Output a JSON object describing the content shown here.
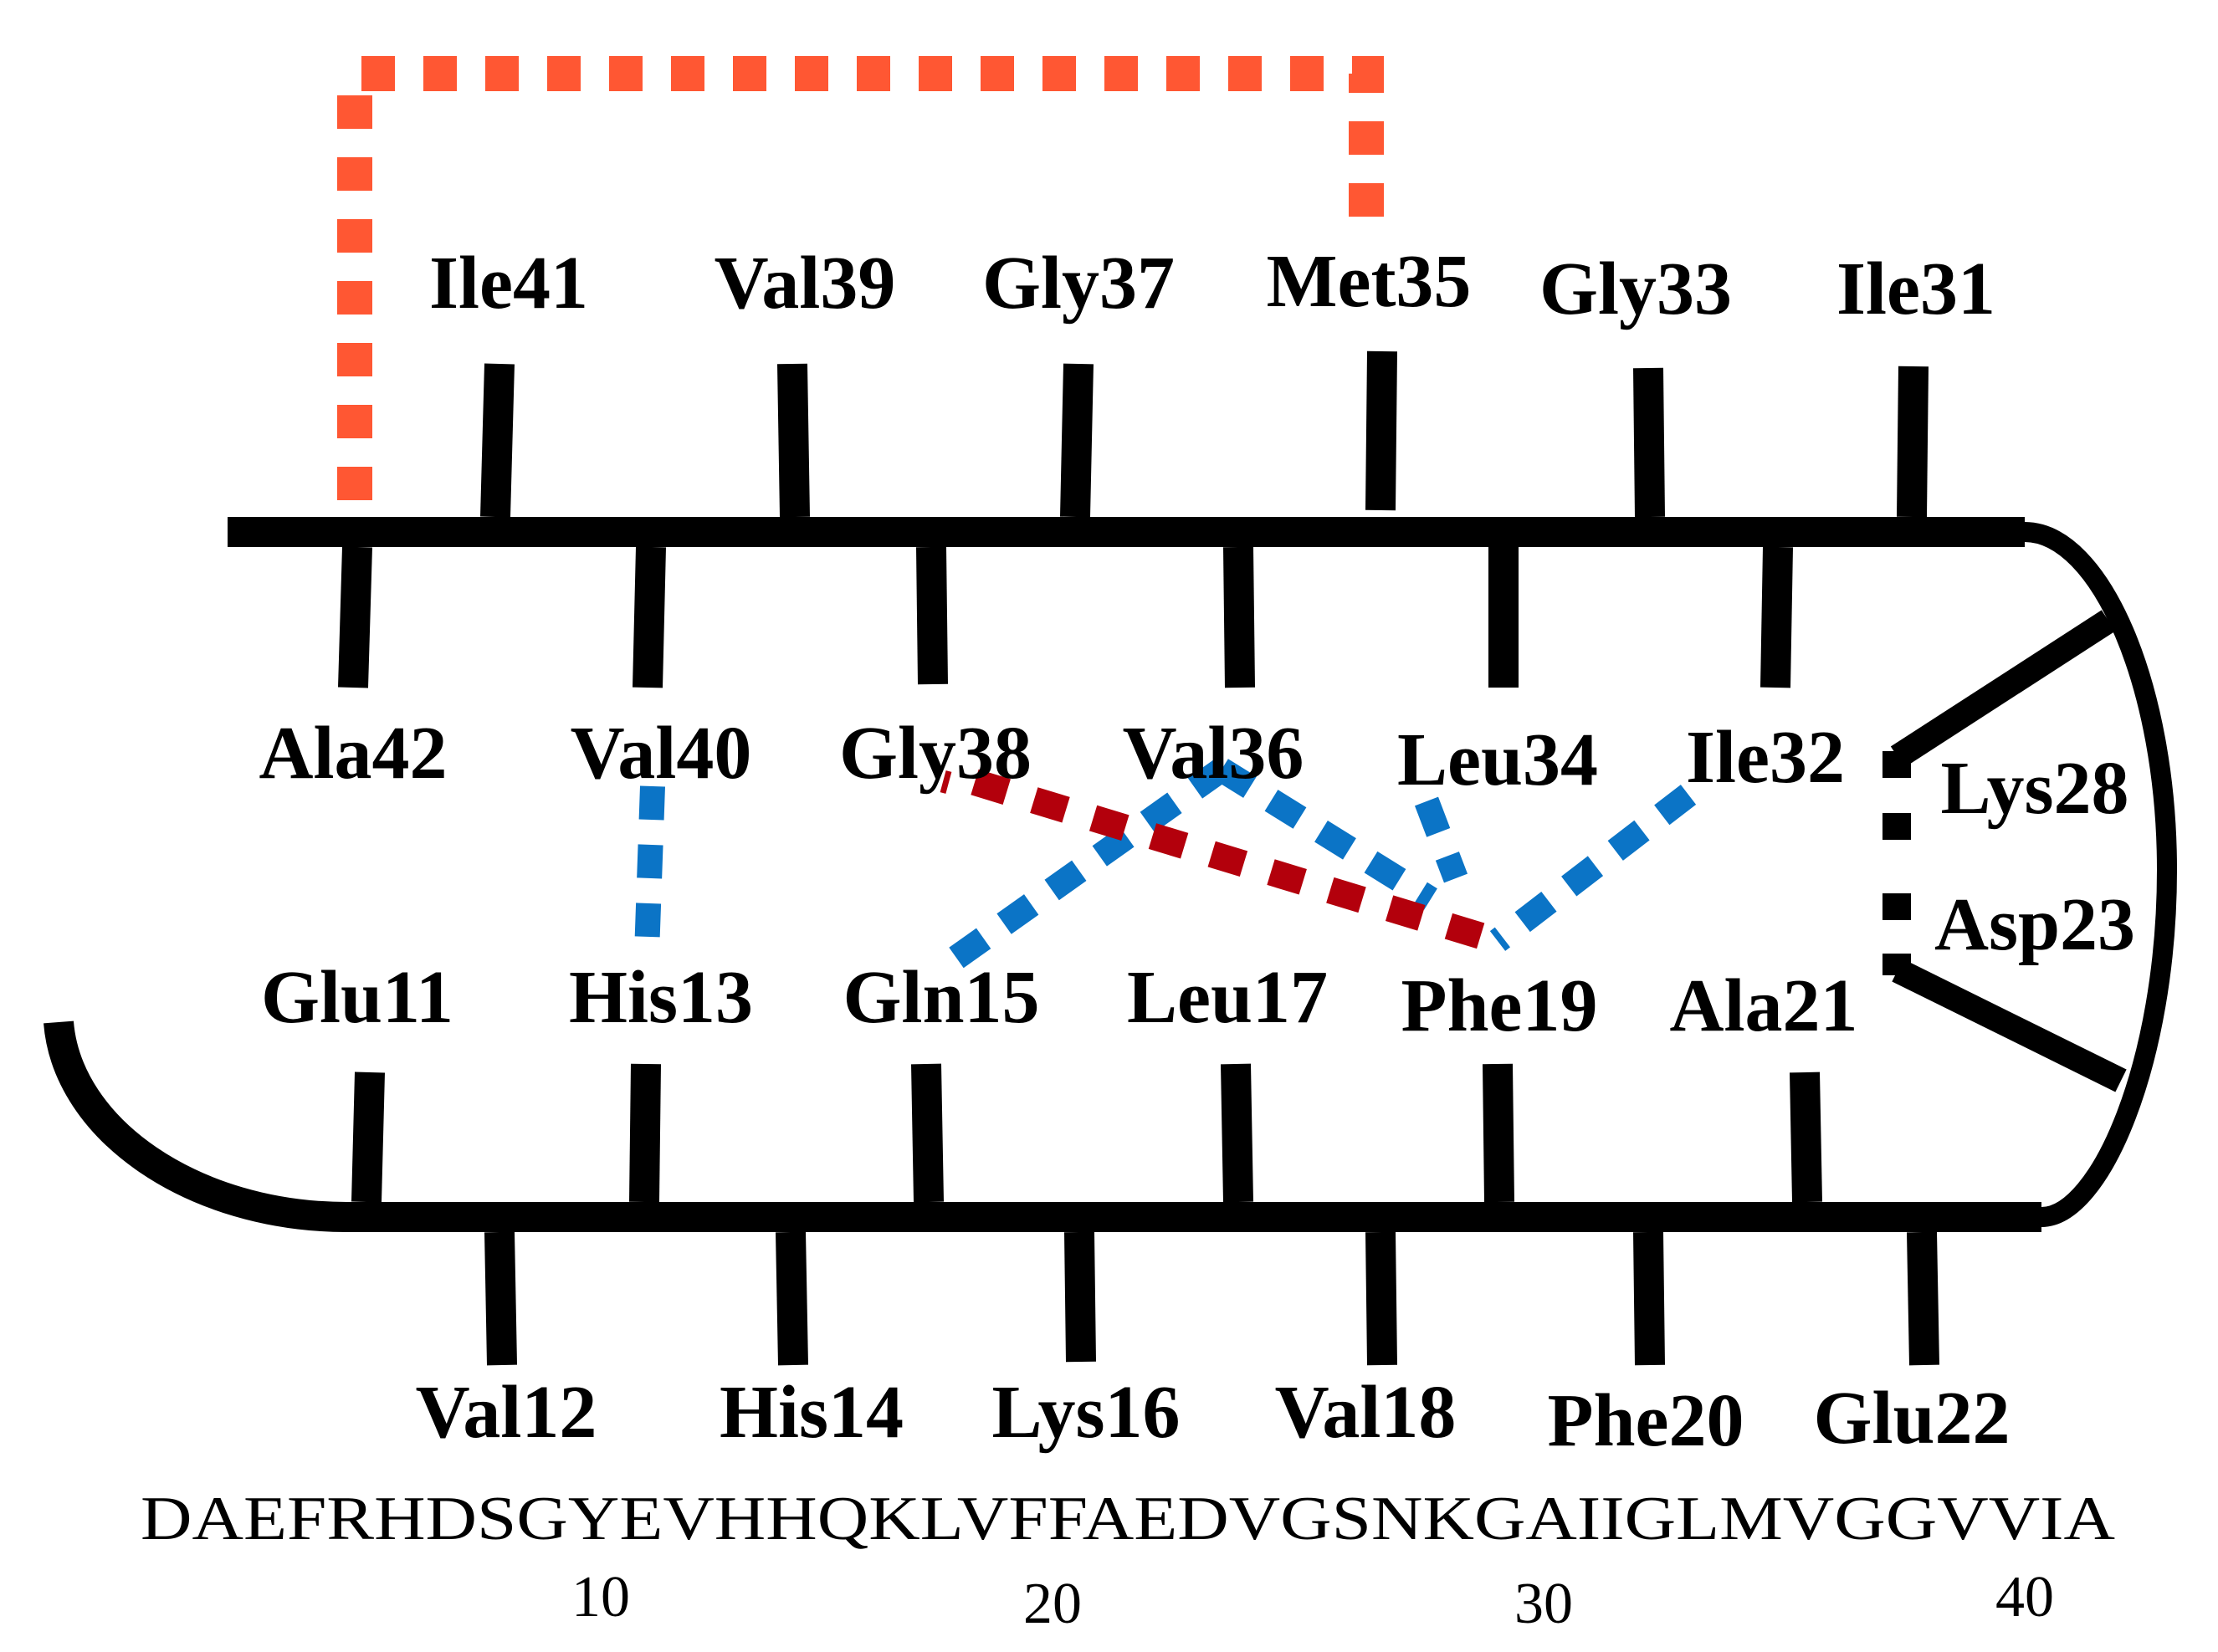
{
  "labels": {
    "top_outer": [
      "Ile41",
      "Val39",
      "Gly37",
      "Met35",
      "Gly33",
      "Ile31"
    ],
    "top_inner": [
      "Ala42",
      "Val40",
      "Gly38",
      "Val36",
      "Leu34",
      "Ile32"
    ],
    "bottom_inner": [
      "Glu11",
      "His13",
      "Gln15",
      "Leu17",
      "Phe19",
      "Ala21"
    ],
    "bottom_outer": [
      "Val12",
      "His14",
      "Lys16",
      "Val18",
      "Phe20",
      "Glu22"
    ],
    "turn": [
      "Lys28",
      "Asp23"
    ]
  },
  "sequence": {
    "text": "DAEFRHDSGYEVHHQKLVFFAEDVGSNKGAIIGLMVGGVVIA",
    "numbers": [
      "10",
      "20",
      "30",
      "40"
    ]
  },
  "colors": {
    "backbone": "#000000",
    "salt_bridge": "#FF5733",
    "hydrophobic_blue": "#0B74C6",
    "contact_red": "#B3000C"
  }
}
